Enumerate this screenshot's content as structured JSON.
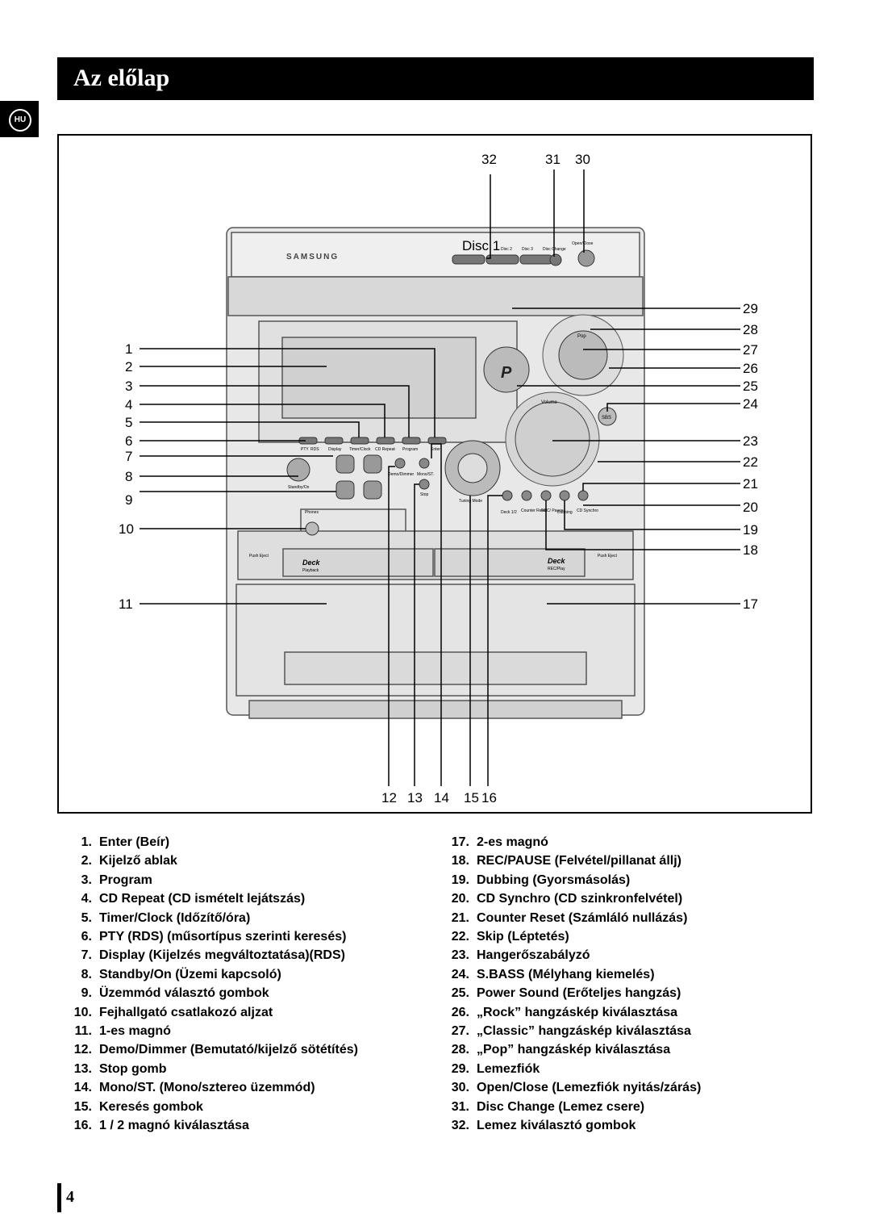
{
  "header": {
    "title": "Az előlap",
    "language_badge": "HU"
  },
  "device": {
    "brand": "SAMSUNG",
    "disc_labels": [
      "Disc 1",
      "Disc 2",
      "Disc 3",
      "Disc Change",
      "Open/Close"
    ],
    "func_labels": [
      "PTY",
      "RDS",
      "Display",
      "Timer/Clock",
      "CD Repeat",
      "Program",
      "Enter"
    ],
    "standby_label": "Standby/On",
    "phones_label": "Phones",
    "demo_label": "Demo/Dimmer",
    "mono_label": "Mono/ST.",
    "stop_label": "Stop",
    "tuning_label": "Tuning Mode",
    "volume_label": "Volume",
    "pop_label": "Pop",
    "sbs_label": "SBS",
    "deck_labels": [
      "Deck 1/2",
      "Counter Reset",
      "REC/ Pause",
      "Dubbing",
      "CD Synchro"
    ],
    "deck1_label": "Deck",
    "deck1_sub": "Playback",
    "deck2_label": "Deck",
    "deck2_sub": "REC/Play",
    "push_eject": "Push Eject"
  },
  "callouts": {
    "top": [
      "32",
      "31",
      "30"
    ],
    "left": [
      "1",
      "2",
      "3",
      "4",
      "5",
      "6",
      "7",
      "8",
      "9",
      "10",
      "11"
    ],
    "right": [
      "29",
      "28",
      "27",
      "26",
      "25",
      "24",
      "23",
      "22",
      "21",
      "20",
      "19",
      "18",
      "17"
    ],
    "bottom": [
      "12",
      "13",
      "14",
      "15",
      "16"
    ]
  },
  "legend_left": [
    {
      "num": "1.",
      "text": "Enter (Beír)"
    },
    {
      "num": "2.",
      "text": "Kijelző ablak"
    },
    {
      "num": "3.",
      "text": "Program"
    },
    {
      "num": "4.",
      "text": "CD Repeat (CD ismételt lejátszás)"
    },
    {
      "num": "5.",
      "text": "Timer/Clock (Időzítő/óra)"
    },
    {
      "num": "6.",
      "text": "PTY (RDS) (műsortípus szerinti keresés)"
    },
    {
      "num": "7.",
      "text": "Display (Kijelzés megváltoztatása)(RDS)"
    },
    {
      "num": "8.",
      "text": "Standby/On (Üzemi kapcsoló)"
    },
    {
      "num": "9.",
      "text": "Üzemmód választó gombok"
    },
    {
      "num": "10.",
      "text": "Fejhallgató csatlakozó aljzat"
    },
    {
      "num": "11.",
      "text": "1-es magnó"
    },
    {
      "num": "12.",
      "text": "Demo/Dimmer (Bemutató/kijelző sötétítés)"
    },
    {
      "num": "13.",
      "text": "Stop gomb"
    },
    {
      "num": "14.",
      "text": "Mono/ST. (Mono/sztereo üzemmód)"
    },
    {
      "num": "15.",
      "text": "Keresés gombok"
    },
    {
      "num": "16.",
      "text": "1 / 2 magnó  kiválasztása"
    }
  ],
  "legend_right": [
    {
      "num": "17.",
      "text": "2-es magnó"
    },
    {
      "num": "18.",
      "text": "REC/PAUSE (Felvétel/pillanat állj)"
    },
    {
      "num": "19.",
      "text": "Dubbing (Gyorsmásolás)"
    },
    {
      "num": "20.",
      "text": "CD Synchro (CD szinkronfelvétel)"
    },
    {
      "num": "21.",
      "text": "Counter Reset (Számláló nullázás)"
    },
    {
      "num": "22.",
      "text": "Skip (Léptetés)"
    },
    {
      "num": "23.",
      "text": "Hangerőszabályzó"
    },
    {
      "num": "24.",
      "text": "S.BASS (Mélyhang kiemelés)"
    },
    {
      "num": "25.",
      "text": "Power Sound (Erőteljes hangzás)"
    },
    {
      "num": "26.",
      "text": "„Rock” hangzáskép kiválasztása"
    },
    {
      "num": "27.",
      "text": "„Classic” hangzáskép kiválasztása"
    },
    {
      "num": "28.",
      "text": "„Pop” hangzáskép kiválasztása"
    },
    {
      "num": "29.",
      "text": "Lemezfiók"
    },
    {
      "num": "30.",
      "text": "Open/Close (Lemezfiók nyitás/zárás)"
    },
    {
      "num": "31.",
      "text": "Disc Change (Lemez csere)"
    },
    {
      "num": "32.",
      "text": "Lemez kiválasztó gombok"
    }
  ],
  "footer": {
    "page_number": "4"
  }
}
